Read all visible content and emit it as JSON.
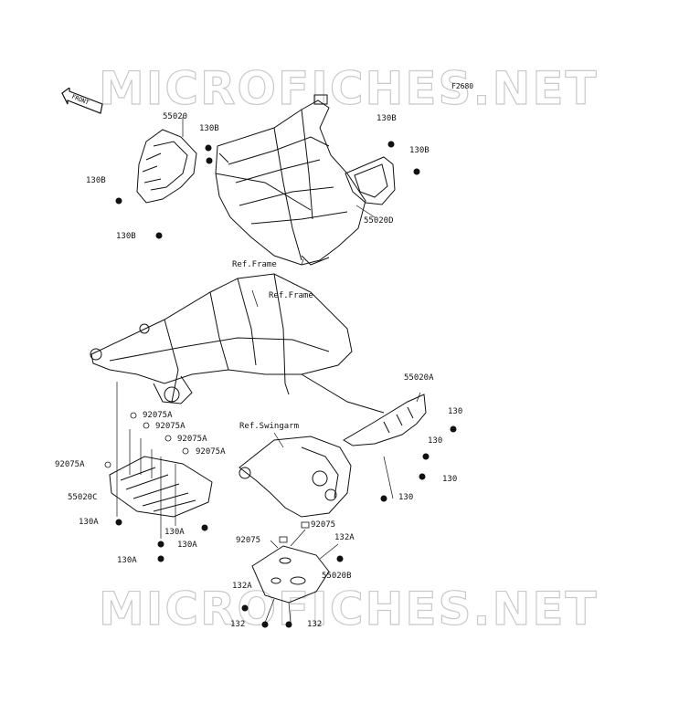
{
  "watermark_text": "MICROFICHES.NET",
  "figure_code": "F2680",
  "front_label": "FRONT",
  "labels": {
    "p55020": "55020",
    "p130B_1": "130B",
    "p130B_2": "130B",
    "p130B_3": "130B",
    "p130B_4": "130B",
    "p130B_5": "130B",
    "p55020D": "55020D",
    "ref_frame_1": "Ref.Frame",
    "ref_frame_2": "Ref.Frame",
    "p55020A": "55020A",
    "p130_1": "130",
    "p130_2": "130",
    "p130_3": "130",
    "p130_4": "130",
    "ref_swingarm": "Ref.Swingarm",
    "p92075A_1": "92075A",
    "p92075A_2": "92075A",
    "p92075A_3": "92075A",
    "p92075A_4": "92075A",
    "p92075A_5": "92075A",
    "p55020C": "55020C",
    "p130A_1": "130A",
    "p130A_2": "130A",
    "p130A_3": "130A",
    "p130A_4": "130A",
    "p92075_1": "92075",
    "p92075_2": "92075",
    "p132A_1": "132A",
    "p132A_2": "132A",
    "p55020B": "55020B",
    "p132_1": "132",
    "p132_2": "132"
  }
}
